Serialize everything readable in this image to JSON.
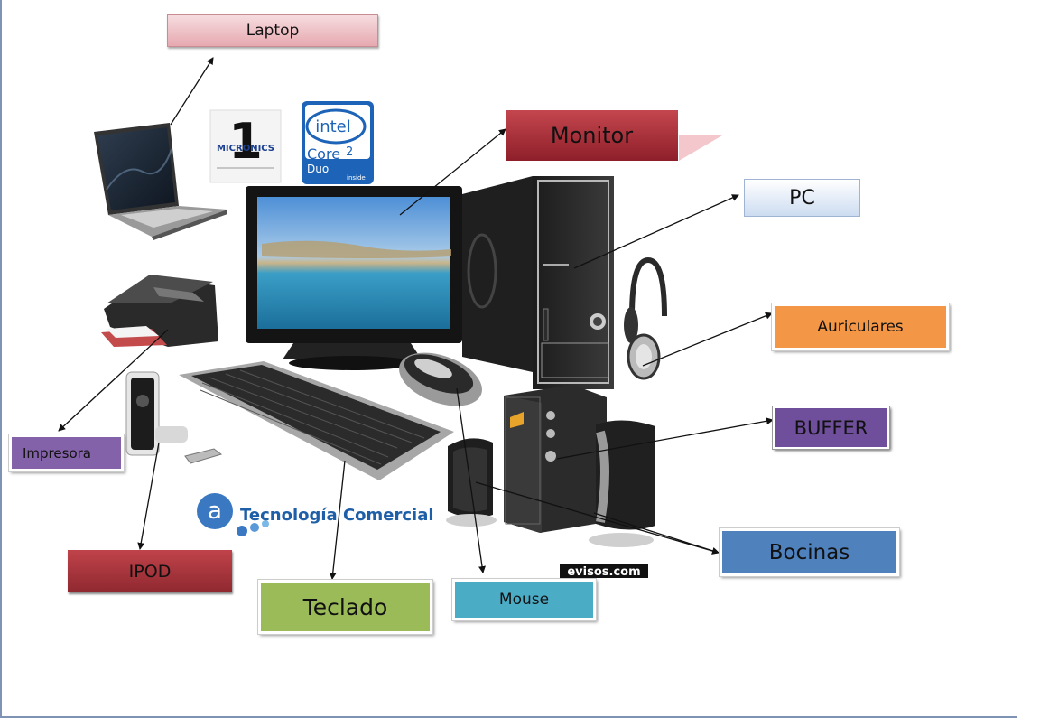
{
  "labels": {
    "laptop": "Laptop",
    "monitor": "Monitor",
    "pc": "PC",
    "auriculares": "Auriculares",
    "buffer": "BUFFER",
    "impresora": "Impresora",
    "ipod": "IPOD",
    "teclado": "Teclado",
    "mouse": "Mouse",
    "bocinas": "Bocinas"
  },
  "logos": {
    "micronics": "MICRONICS",
    "micronics_number": "1",
    "intel": "intel",
    "intel_core": "Core",
    "intel_core_num": "2",
    "intel_duo": "Duo",
    "intel_inside": "inside",
    "tecnologia": "Tecnología Comercial",
    "watermark": "evisos.com"
  },
  "colors": {
    "laptop_label": "#e6a9b0",
    "monitor_label": "#a8323c",
    "pc_label": "#cddcf1",
    "auriculares_label": "#f39646",
    "buffer_label": "#6f4f9c",
    "impresora_label": "#8462aa",
    "ipod_label": "#a8343b",
    "teclado_label": "#9bbb59",
    "mouse_label": "#4bacc6",
    "bocinas_label": "#4f81bd"
  },
  "icons": [
    "laptop-icon",
    "monitor-icon",
    "pc-tower-icon",
    "headphones-icon",
    "subwoofer-icon",
    "printer-icon",
    "webcam-icon",
    "keyboard-icon",
    "mouse-icon",
    "speaker-icon"
  ]
}
